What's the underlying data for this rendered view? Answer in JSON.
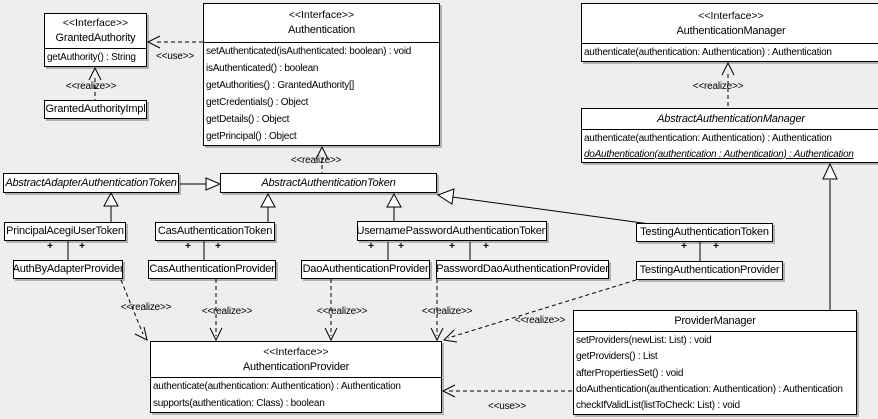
{
  "labels": {
    "realize": "<<realize>>",
    "use": "<<use>>",
    "plus": "+"
  },
  "colors": {
    "background": "#eeeeee",
    "box_fill": "#ffffff",
    "line": "#000000"
  },
  "classes": {
    "granted_authority": {
      "stereotype": "<<Interface>>",
      "name": "GrantedAuthority",
      "methods": [
        "getAuthority() : String"
      ]
    },
    "granted_authority_impl": {
      "name": "GrantedAuthorityImpl"
    },
    "authentication": {
      "stereotype": "<<Interface>>",
      "name": "Authentication",
      "methods": [
        "setAuthenticated(isAuthenticated: boolean) : void",
        "isAuthenticated() : boolean",
        "getAuthorities() : GrantedAuthority[]",
        "getCredentials() : Object",
        "getDetails() : Object",
        "getPrincipal() : Object"
      ]
    },
    "authentication_manager": {
      "stereotype": "<<Interface>>",
      "name": "AuthenticationManager",
      "methods": [
        "authenticate(authentication: Authentication) : Authentication"
      ]
    },
    "abstract_authentication_manager": {
      "name": "AbstractAuthenticationManager",
      "methods": [
        "authenticate(authentication: Authentication) : Authentication",
        "doAuthentication(authentication : Authentication) : Authentication"
      ]
    },
    "abstract_adapter_authentication_token": {
      "name": "AbstractAdapterAuthenticationToken"
    },
    "abstract_authentication_token": {
      "name": "AbstractAuthenticationToken"
    },
    "principal_acegi_user_token": {
      "name": "PrincipalAcegiUserToken"
    },
    "cas_authentication_token": {
      "name": "CasAuthenticationToken"
    },
    "username_password_authentication_token": {
      "name": "UsernamePasswordAuthenticationToken"
    },
    "testing_authentication_token": {
      "name": "TestingAuthenticationToken"
    },
    "auth_by_adapter_provider": {
      "name": "AuthByAdapterProvider"
    },
    "cas_authentication_provider": {
      "name": "CasAuthenticationProvider"
    },
    "dao_authentication_provider": {
      "name": "DaoAuthenticationProvider"
    },
    "password_dao_authentication_provider": {
      "name": "PasswordDaoAuthenticationProvider"
    },
    "testing_authentication_provider": {
      "name": "TestingAuthenticationProvider"
    },
    "provider_manager": {
      "name": "ProviderManager",
      "methods": [
        "setProviders(newList: List) : void",
        "getProviders() : List",
        "afterPropertiesSet() : void",
        "doAuthentication(authentication: Authentication) : Authentication",
        "checkIfValidList(listToCheck: List) : void"
      ]
    },
    "authentication_provider": {
      "stereotype": "<<Interface>>",
      "name": "AuthenticationProvider",
      "methods": [
        "authenticate(authentication: Authentication) : Authentication",
        "supports(authentication: Class) : boolean"
      ]
    }
  }
}
